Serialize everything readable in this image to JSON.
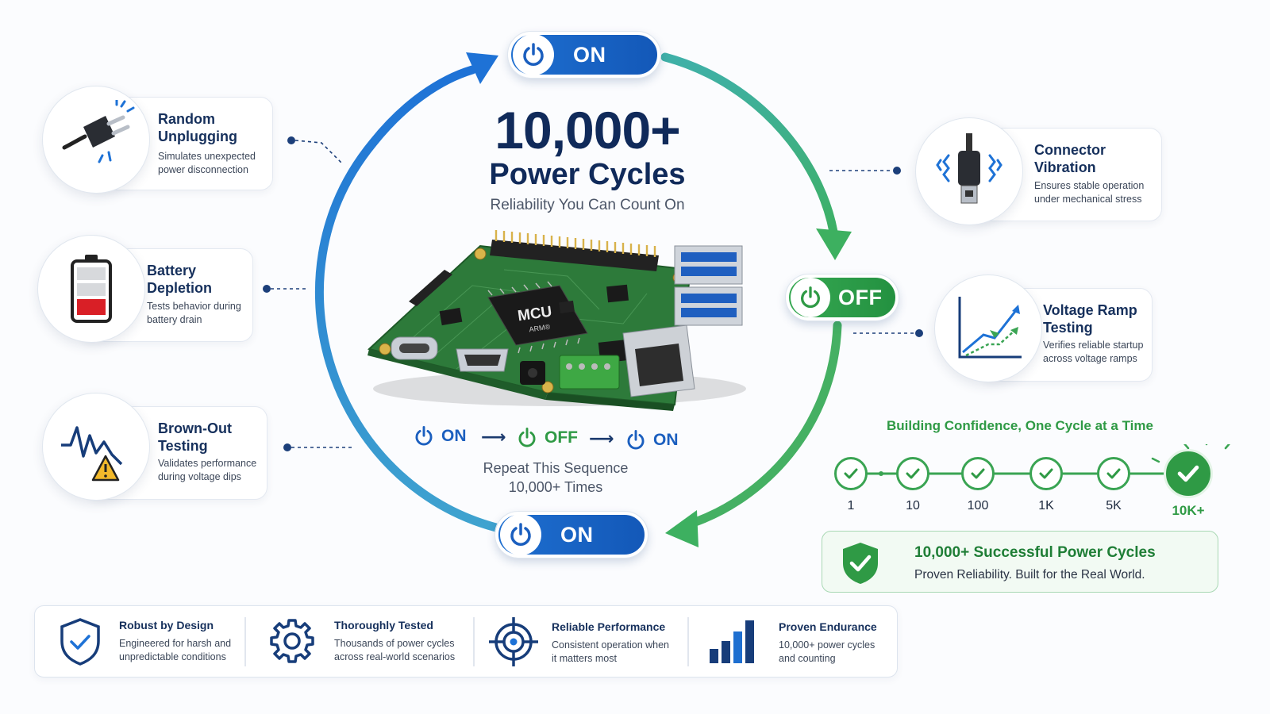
{
  "headline": {
    "number": "10,000+",
    "subtitle": "Power Cycles",
    "tagline": "Reliability You Can Count On"
  },
  "cycle_pills": {
    "top": "ON",
    "right": "OFF",
    "bottom": "ON"
  },
  "board": {
    "chip_label": "MCU",
    "chip_sublabel": "ARM®"
  },
  "sequence": {
    "step1": "ON",
    "step2": "OFF",
    "step3": "ON",
    "repeat_line1": "Repeat This Sequence",
    "repeat_line2": "10,000+ Times"
  },
  "features_left": [
    {
      "title": "Random Unplugging",
      "desc": "Simulates unexpected power disconnection",
      "icon": "plug-icon"
    },
    {
      "title": "Battery Depletion",
      "desc": "Tests behavior during battery drain",
      "icon": "battery-icon"
    },
    {
      "title": "Brown-Out Testing",
      "desc": "Validates performance during voltage dips",
      "icon": "voltage-dip-icon"
    }
  ],
  "features_right": [
    {
      "title": "Connector Vibration",
      "desc": "Ensures stable operation under mechanical stress",
      "icon": "connector-icon"
    },
    {
      "title": "Voltage Ramp Testing",
      "desc": "Verifies reliable startup across voltage ramps",
      "icon": "ramp-chart-icon"
    }
  ],
  "milestones": {
    "title": "Building Confidence, One Cycle at a Time",
    "labels": [
      "1",
      "10",
      "100",
      "1K",
      "5K",
      "10K+"
    ]
  },
  "success": {
    "title": "10,000+ Successful Power Cycles",
    "subtitle": "Proven Reliability. Built for the Real World."
  },
  "bottom_bar": [
    {
      "title": "Robust by Design",
      "desc": "Engineered for harsh and unpredictable conditions",
      "icon": "shield-check-icon"
    },
    {
      "title": "Thoroughly Tested",
      "desc": "Thousands of power cycles across real-world scenarios",
      "icon": "gear-icon"
    },
    {
      "title": "Reliable Performance",
      "desc": "Consistent operation when it matters most",
      "icon": "target-icon"
    },
    {
      "title": "Proven Endurance",
      "desc": "10,000+ power cycles and counting",
      "icon": "bar-chart-icon"
    }
  ],
  "colors": {
    "blue": "#1e6fd0",
    "navy": "#102a5a",
    "green": "#2f9a45",
    "pcb_green": "#2d7a3a"
  }
}
